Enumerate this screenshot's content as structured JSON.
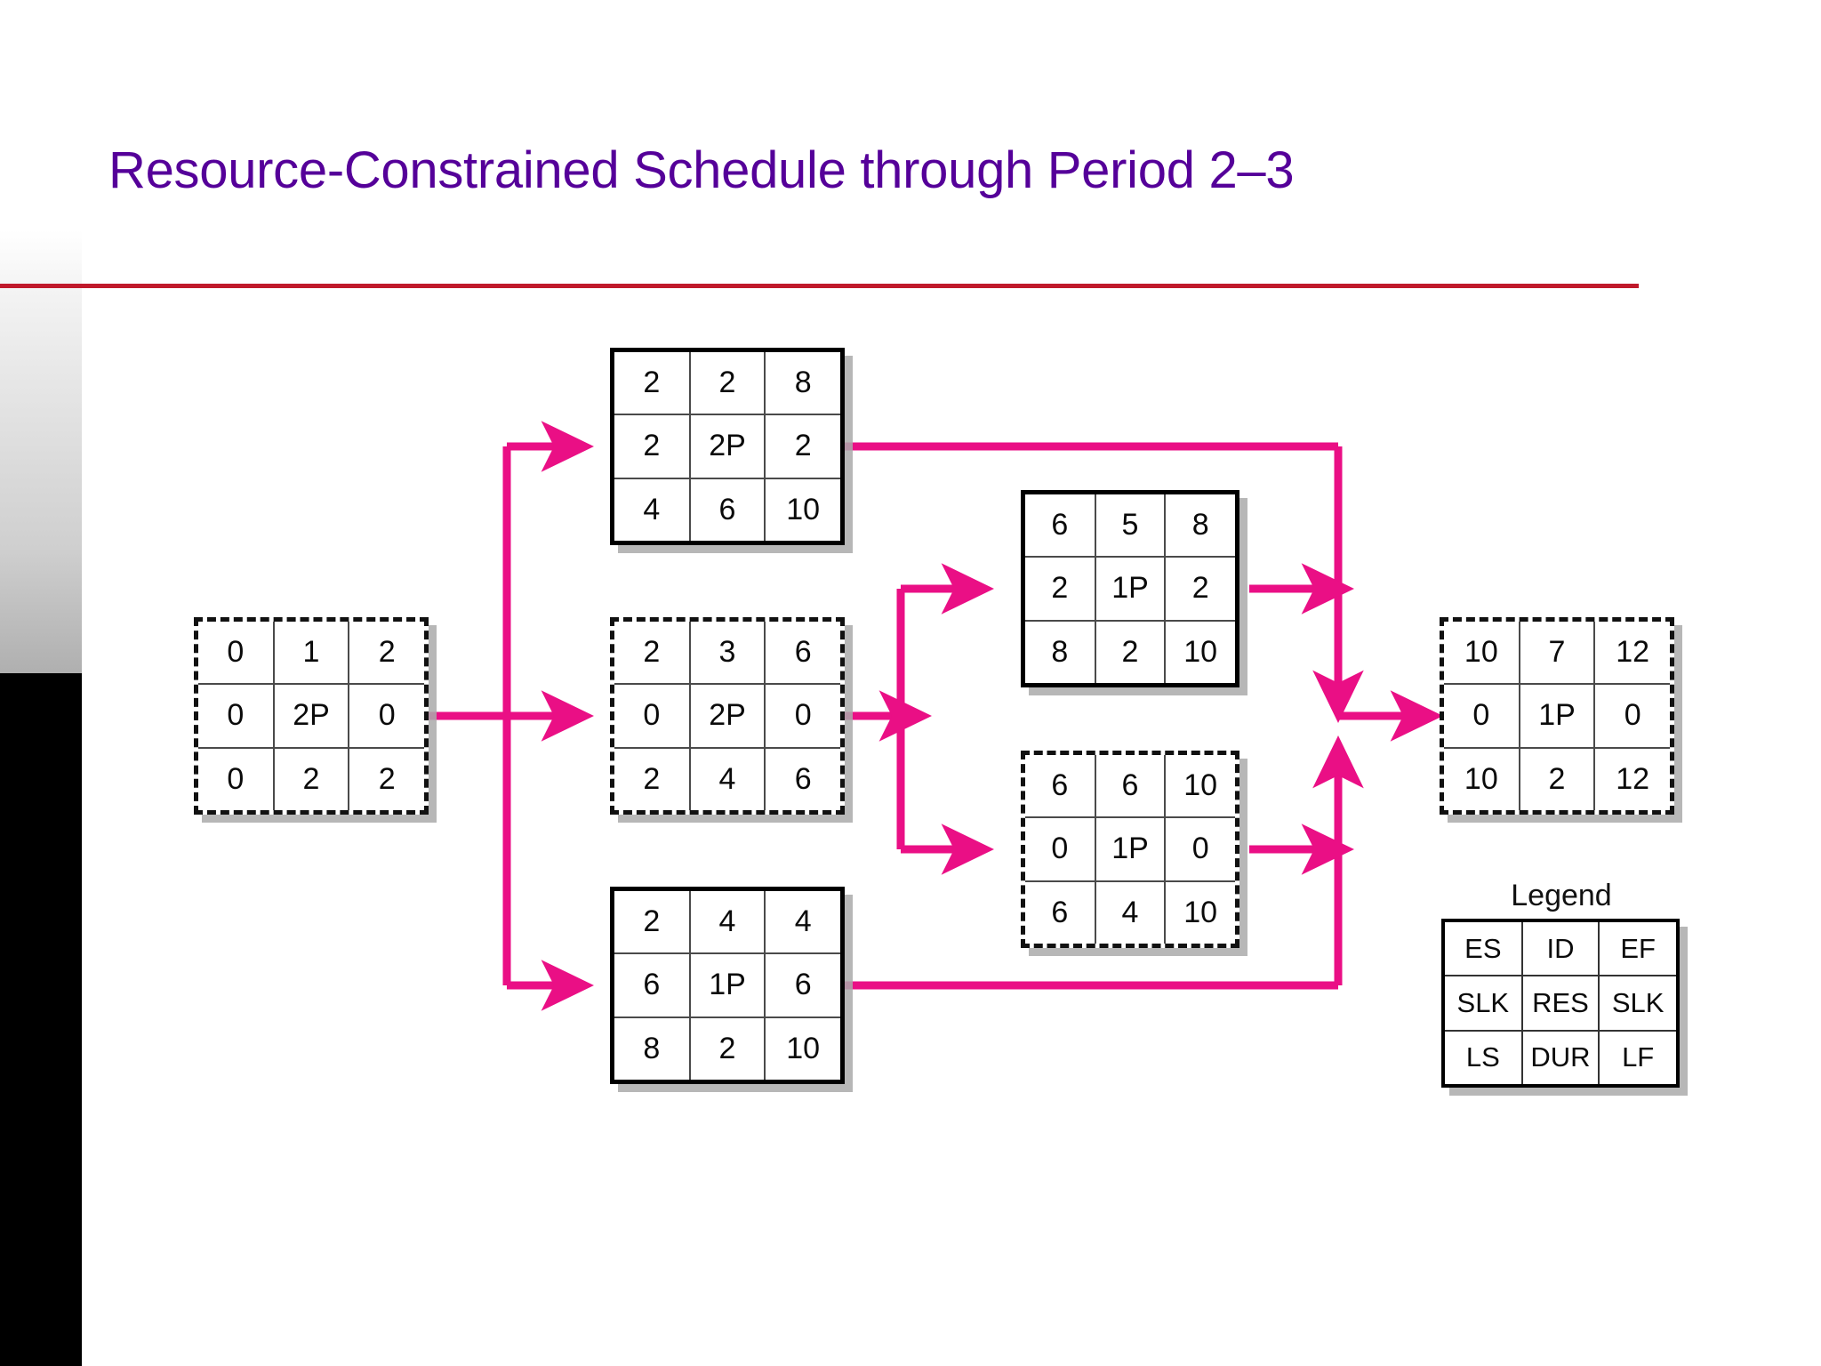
{
  "slide": {
    "title": "Resource-Constrained Schedule through Period 2–3",
    "title_color": "#550099",
    "rule_color": "#c0192b",
    "arrow_color": "#ea0f85",
    "background": "#ffffff"
  },
  "legend": {
    "title": "Legend",
    "rows": [
      [
        "ES",
        "ID",
        "EF"
      ],
      [
        "SLK",
        "RES",
        "SLK"
      ],
      [
        "LS",
        "DUR",
        "LF"
      ]
    ]
  },
  "nodes": [
    {
      "key": "node-1",
      "id": "1",
      "border": "dashed",
      "rows": [
        [
          "0",
          "1",
          "2"
        ],
        [
          "0",
          "2P",
          "0"
        ],
        [
          "0",
          "2",
          "2"
        ]
      ]
    },
    {
      "key": "node-2",
      "id": "2",
      "border": "solid",
      "rows": [
        [
          "2",
          "2",
          "8"
        ],
        [
          "2",
          "2P",
          "2"
        ],
        [
          "4",
          "6",
          "10"
        ]
      ]
    },
    {
      "key": "node-3",
      "id": "3",
      "border": "dashed",
      "rows": [
        [
          "2",
          "3",
          "6"
        ],
        [
          "0",
          "2P",
          "0"
        ],
        [
          "2",
          "4",
          "6"
        ]
      ]
    },
    {
      "key": "node-4",
      "id": "4",
      "border": "solid",
      "rows": [
        [
          "2",
          "4",
          "4"
        ],
        [
          "6",
          "1P",
          "6"
        ],
        [
          "8",
          "2",
          "10"
        ]
      ]
    },
    {
      "key": "node-5",
      "id": "5",
      "border": "solid",
      "rows": [
        [
          "6",
          "5",
          "8"
        ],
        [
          "2",
          "1P",
          "2"
        ],
        [
          "8",
          "2",
          "10"
        ]
      ]
    },
    {
      "key": "node-6",
      "id": "6",
      "border": "dashed",
      "rows": [
        [
          "6",
          "6",
          "10"
        ],
        [
          "0",
          "1P",
          "0"
        ],
        [
          "6",
          "4",
          "10"
        ]
      ]
    },
    {
      "key": "node-7",
      "id": "7",
      "border": "dashed",
      "rows": [
        [
          "10",
          "7",
          "12"
        ],
        [
          "0",
          "1P",
          "0"
        ],
        [
          "10",
          "2",
          "12"
        ]
      ]
    }
  ],
  "edges": [
    {
      "from": "node-1",
      "to": "node-2"
    },
    {
      "from": "node-1",
      "to": "node-3"
    },
    {
      "from": "node-1",
      "to": "node-4"
    },
    {
      "from": "node-3",
      "to": "node-5"
    },
    {
      "from": "node-3",
      "to": "node-6"
    },
    {
      "from": "node-2",
      "to": "node-7"
    },
    {
      "from": "node-5",
      "to": "node-7"
    },
    {
      "from": "node-6",
      "to": "node-7"
    },
    {
      "from": "node-4",
      "to": "node-7"
    }
  ]
}
